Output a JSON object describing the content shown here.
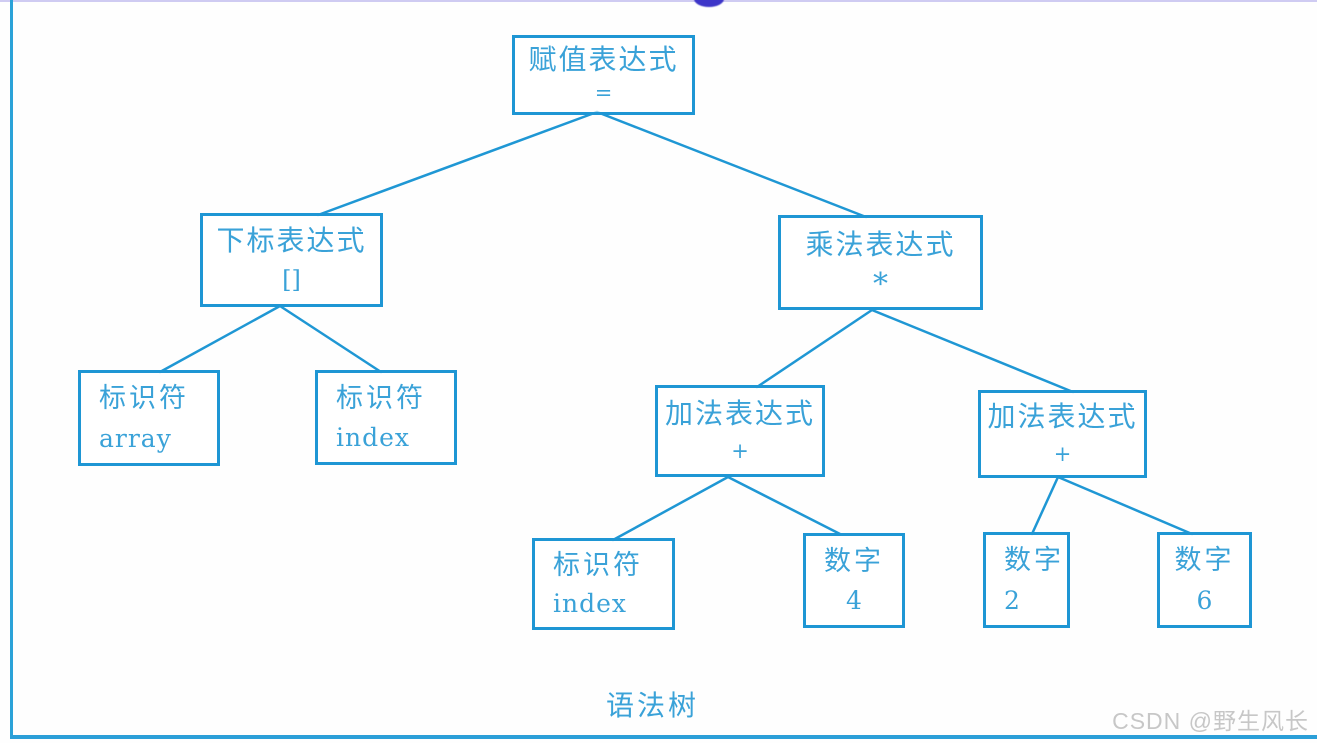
{
  "page": {
    "caption": "语法树",
    "watermark": "CSDN @野生风长"
  },
  "colors": {
    "node_border": "#1e96d4",
    "node_text": "#3aa2d8",
    "edge_line": "#1f97d4",
    "frame": "#2ba2d8",
    "watermark_text": "#c7c7c7",
    "scrubber_dot": "#3d35c8"
  },
  "tree": {
    "nodes": [
      {
        "id": "assign-expression",
        "title": "赋值表达式",
        "value": "="
      },
      {
        "id": "subscript-expression",
        "title": "下标表达式",
        "value": "[]"
      },
      {
        "id": "multiply-expression",
        "title": "乘法表达式",
        "value": "*"
      },
      {
        "id": "identifier-array",
        "title": "标识符",
        "value": "array"
      },
      {
        "id": "identifier-index",
        "title": "标识符",
        "value": "index"
      },
      {
        "id": "add-expression-left",
        "title": "加法表达式",
        "value": "+"
      },
      {
        "id": "add-expression-right",
        "title": "加法表达式",
        "value": "+"
      },
      {
        "id": "identifier-index-2",
        "title": "标识符",
        "value": "index"
      },
      {
        "id": "number-4",
        "title": "数字",
        "value": "4"
      },
      {
        "id": "number-2",
        "title": "数字",
        "value": "2"
      },
      {
        "id": "number-6",
        "title": "数字",
        "value": "6"
      }
    ],
    "edges": [
      [
        "assign-expression",
        "subscript-expression"
      ],
      [
        "assign-expression",
        "multiply-expression"
      ],
      [
        "subscript-expression",
        "identifier-array"
      ],
      [
        "subscript-expression",
        "identifier-index"
      ],
      [
        "multiply-expression",
        "add-expression-left"
      ],
      [
        "multiply-expression",
        "add-expression-right"
      ],
      [
        "add-expression-left",
        "identifier-index-2"
      ],
      [
        "add-expression-left",
        "number-4"
      ],
      [
        "add-expression-right",
        "number-2"
      ],
      [
        "add-expression-right",
        "number-6"
      ]
    ]
  }
}
